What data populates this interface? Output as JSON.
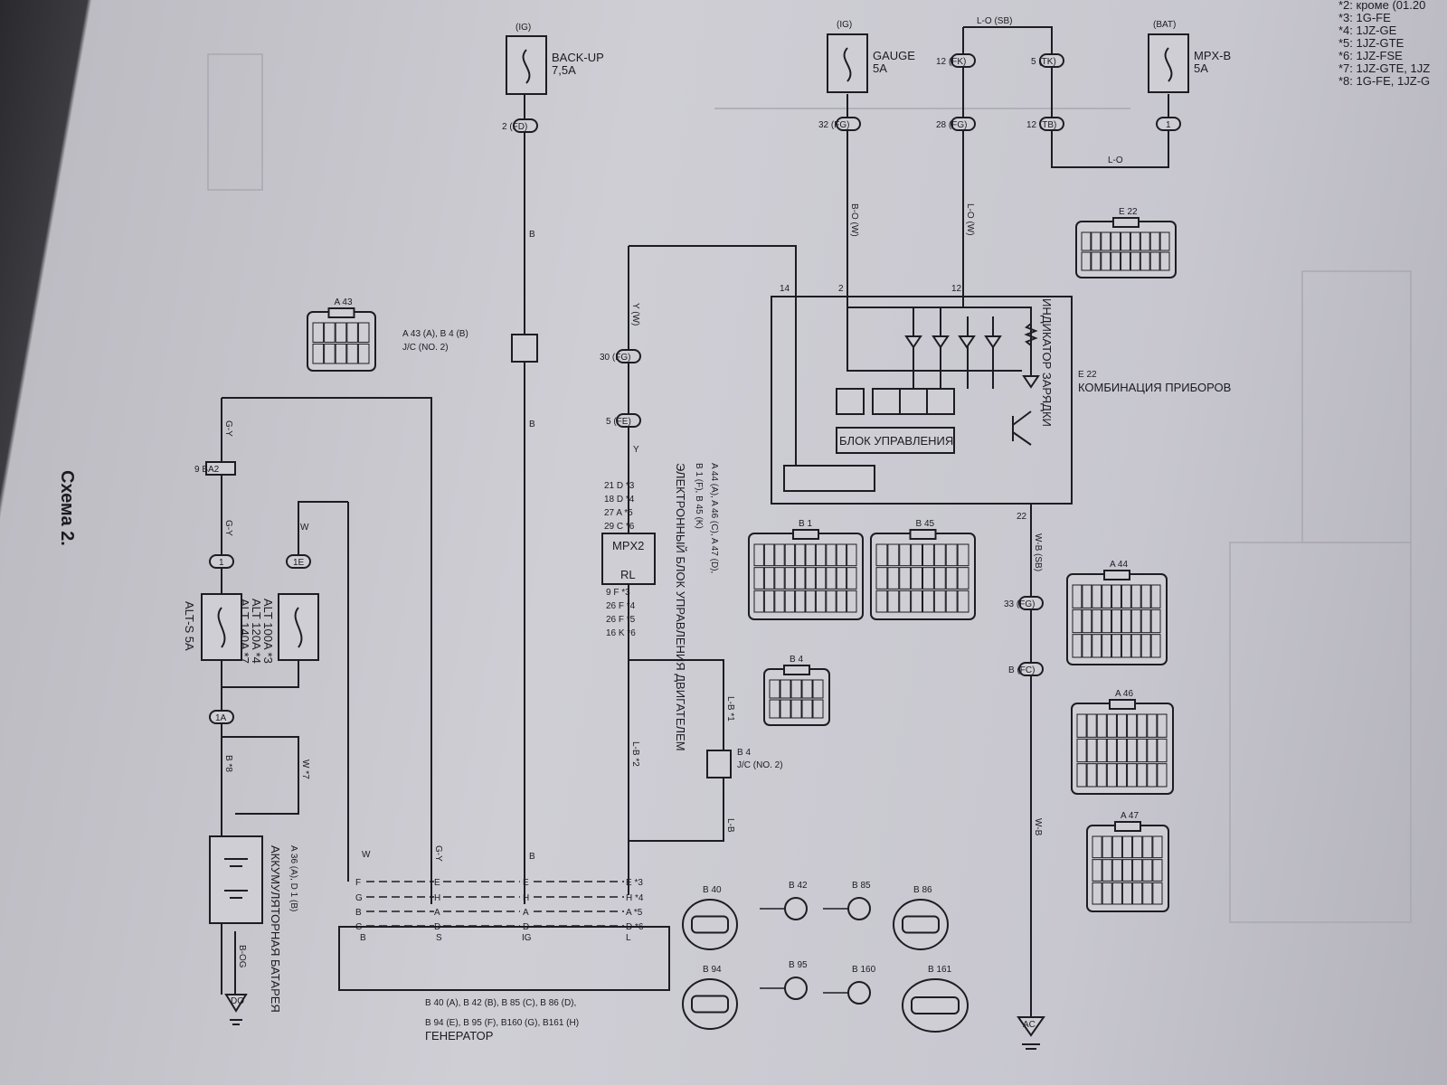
{
  "title": "Схема 2.",
  "footnotes": [
    "*2: кроме (01.20",
    "*3: 1G-FE",
    "*4: 1JZ-GE",
    "*5: 1JZ-GTE",
    "*6: 1JZ-FSE",
    "*7: 1JZ-GTE, 1JZ",
    "*8: 1G-FE, 1JZ-G"
  ],
  "fuses": {
    "backup": {
      "supply": "(IG)",
      "name": "BACK-UP",
      "rating": "7,5A"
    },
    "gauge": {
      "supply": "(IG)",
      "name": "GAUGE",
      "rating": "5A"
    },
    "mpxb": {
      "supply": "(BAT)",
      "name": "MPX-B",
      "rating": "5A"
    },
    "alts": {
      "label": "ALT-S 5A"
    },
    "alt": {
      "lines": [
        "ALT 100A *3",
        "ALT 120A *4",
        "ALT 140A *7"
      ]
    }
  },
  "wires": {
    "lo_sb": "L-O (SB)",
    "lo": "L-O",
    "b": "B",
    "bo_w": "B-O (W)",
    "lo_w": "L-O (W)",
    "y_w": "Y (W)",
    "y": "Y",
    "gy": "G-Y",
    "w": "W",
    "b8": "B *8",
    "w7": "W *7",
    "lb1": "L-B *1",
    "lb2": "L-B *2",
    "lb": "L-B",
    "wb_sb": "W-B (SB)",
    "wb": "W-B",
    "bog": "B-OG"
  },
  "connectors": {
    "fd": "2 (FD)",
    "fg32": "32 (FG)",
    "fk12": "12 (FK)",
    "tk5": "5 (TK)",
    "fg28": "28 (FG)",
    "tb12": "12 (TB)",
    "c1": "1",
    "fg30": "30 (FG)",
    "fe5": "5 (FE)",
    "ba2": "9 BA2",
    "c1l": "1",
    "c1e": "1E",
    "c1a": "1A",
    "fg33": "33 (FG)",
    "fc": "B (FC)",
    "ecu_top": [
      "21 D *3",
      "18 D *4",
      "27 A *5",
      "29 C *6"
    ],
    "ecu_bot": [
      "9 F *3",
      "26 F *4",
      "26 F *5",
      "16 K *6"
    ],
    "gen_b": [
      "F",
      "G",
      "B",
      "C"
    ],
    "gen_s": [
      "E",
      "H",
      "A",
      "D"
    ],
    "gen_ig": [
      "E",
      "H",
      "A",
      "D"
    ],
    "gen_l": [
      "E *3",
      "H *4",
      "A *5",
      "D *6"
    ]
  },
  "jc": {
    "label": "A 43 (A), B 4 (B)",
    "sub": "J/C (NO. 2)",
    "b4": "B 4",
    "b4sub": "J/C (NO. 2)"
  },
  "ecu": {
    "title": "ЭЛЕКТРОННЫЙ БЛОК УПРАВЛЕНИЯ ДВИГАТЕЛЕМ",
    "refs1": "A 44 (A), A 46 (C), A 47 (D),",
    "refs2": "B 1 (F), B 45 (K)",
    "box_top": "MPX2",
    "box_bot": "RL"
  },
  "cluster": {
    "code": "E 22",
    "name": "КОМБИНАЦИЯ ПРИБОРОВ",
    "indicator": "ИНДИКАТОР ЗАРЯДКИ",
    "control": "БЛОК УПРАВЛЕНИЯ",
    "pins": [
      "14",
      "2",
      "12",
      "22"
    ]
  },
  "battery": {
    "name": "АККУМУЛЯТОРНАЯ БАТАРЕЯ",
    "refs": "A 36 (A), D 1 (B)"
  },
  "generator": {
    "name": "ГЕНЕРАТОР",
    "refs1": "B 40 (A), B 42 (B), B 85 (C), B 86 (D),",
    "refs2": "B 94 (E), B 95 (F), B160 (G), B161 (H)",
    "terminals": [
      "B",
      "S",
      "IG",
      "L"
    ]
  },
  "grounds": {
    "left": "DO",
    "right": "AC"
  },
  "connector_views": [
    "A 43",
    "E 22",
    "B 1",
    "B 45",
    "B 4",
    "A 44",
    "A 46",
    "A 47",
    "B 40",
    "B 42",
    "B 85",
    "B 86",
    "B 94",
    "B 95",
    "B 160",
    "B 161"
  ],
  "connector_type": "Tr"
}
